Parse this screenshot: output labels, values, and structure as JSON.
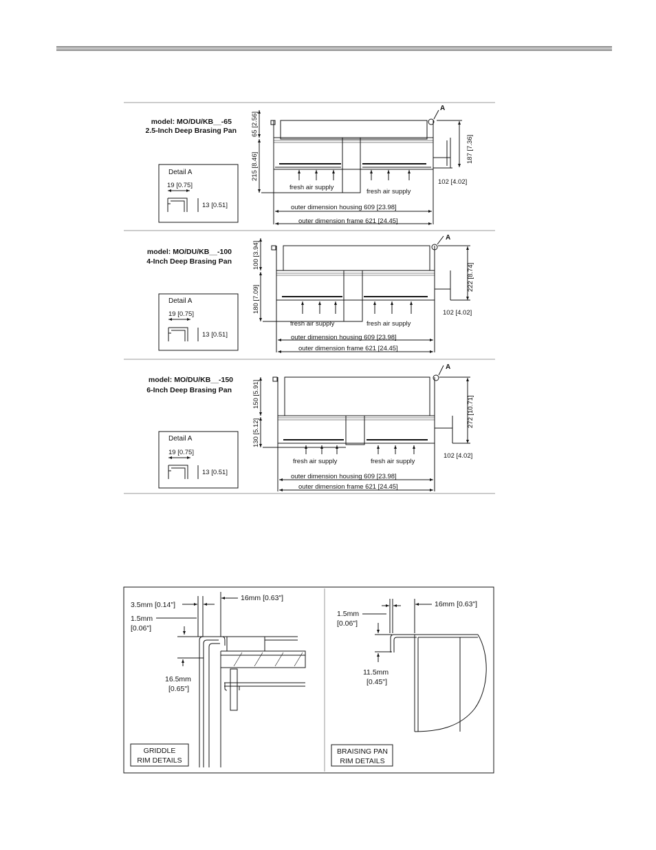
{
  "panels": [
    {
      "model": "model: MO/DU/KB__-65",
      "desc": "2.5-Inch Deep Brasing Pan",
      "dim_top": "65 [2.56]",
      "dim_bottom": "215 [8.46]",
      "dim_total": "187 [7.36]",
      "dim_side": "102 [4.02]"
    },
    {
      "model": "model: MO/DU/KB__-100",
      "desc": "4-Inch Deep Brasing Pan",
      "dim_top": "100 [3.94]",
      "dim_bottom": "180 [7.09]",
      "dim_total": "222 [8.74]",
      "dim_side": "102 [4.02]"
    },
    {
      "model": "model: MO/DU/KB__-150",
      "desc": "6-Inch Deep Brasing Pan",
      "dim_top": "150 [5.91]",
      "dim_bottom": "130 [5.12]",
      "dim_total": "272 [10.71]",
      "dim_side": "102 [4.02]"
    }
  ],
  "common": {
    "detail_title": "Detail A",
    "detail_w": "19 [0.75]",
    "detail_h": "13 [0.51]",
    "marker": "A",
    "fresh_air": "fresh air supply",
    "housing": "outer dimension housing   609 [23.98]",
    "frame": "outer dimension frame   621 [24.45]"
  },
  "rim": {
    "griddle": {
      "d1": "3.5mm [0.14\"]",
      "d2": "16mm [0.63\"]",
      "d3a": "1.5mm",
      "d3b": "[0.06\"]",
      "d4a": "16.5mm",
      "d4b": "[0.65\"]",
      "label1": "GRIDDLE",
      "label2": "RIM DETAILS"
    },
    "braising": {
      "d1": "16mm [0.63\"]",
      "d2a": "1.5mm",
      "d2b": "[0.06\"]",
      "d3a": "11.5mm",
      "d3b": "[0.45\"]",
      "label1": "BRAISING PAN",
      "label2": "RIM DETAILS"
    }
  }
}
